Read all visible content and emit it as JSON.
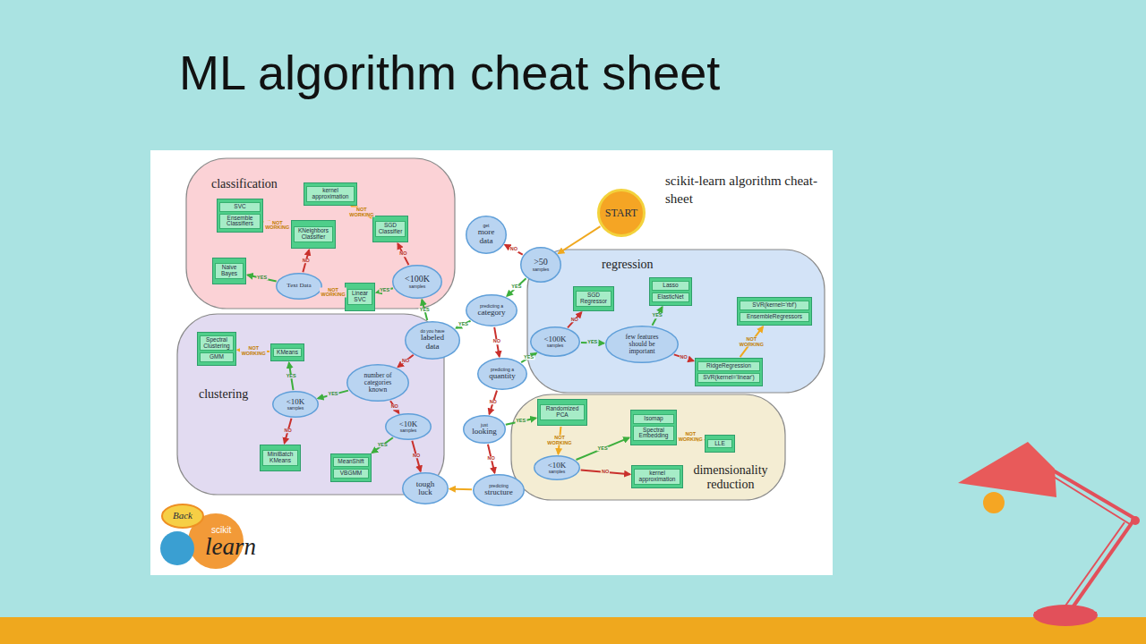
{
  "diagram": {
    "title": "ML algorithm cheat sheet",
    "nodes": [
      {
        "text": [
          "START"
        ]
      },
      {
        "text": [
          ">50",
          "samples"
        ]
      },
      {
        "text": [
          "get",
          "more data"
        ]
      },
      {
        "text": [
          "predicting a",
          "category"
        ]
      },
      {
        "text": [
          "do you have",
          "labeled data"
        ]
      },
      {
        "text": [
          "predicting a",
          "quantity"
        ]
      },
      {
        "text": [
          "just",
          "looking"
        ]
      },
      {
        "text": [
          "predicting",
          "structure"
        ]
      },
      {
        "text": [
          "tough luck"
        ]
      },
      {
        "text": [
          "classification"
        ]
      },
      {
        "text": [
          "<100K",
          "samples"
        ],
        "in": 9
      },
      {
        "text": [
          "Linear SVC"
        ],
        "in": 9
      },
      {
        "text": [
          "Text Data"
        ],
        "in": 9
      },
      {
        "text": [
          "Naive Bayes"
        ],
        "in": 9
      },
      {
        "text": [
          "KNeighbors Classifier"
        ],
        "in": 9
      },
      {
        "text": [
          "SVC",
          "Ensemble Classifiers"
        ],
        "in": 9
      },
      {
        "text": [
          "SGD Classifier"
        ],
        "in": 9
      },
      {
        "text": [
          "kernel approximation"
        ],
        "in": 9
      },
      {
        "text": [
          "clustering"
        ]
      },
      {
        "text": [
          "number of categories known"
        ],
        "in": 18
      },
      {
        "text": [
          "<10K",
          "samples"
        ],
        "in": 18
      },
      {
        "text": [
          "KMeans"
        ],
        "in": 18
      },
      {
        "text": [
          "Spectral Clustering",
          "GMM"
        ],
        "in": 18
      },
      {
        "text": [
          "MiniBatch KMeans"
        ],
        "in": 18
      },
      {
        "text": [
          "<10K",
          "samples"
        ],
        "in": 18
      },
      {
        "text": [
          "MeanShift",
          "VBGMM"
        ],
        "in": 18
      },
      {
        "text": [
          "regression"
        ]
      },
      {
        "text": [
          "<100K",
          "samples"
        ],
        "in": 26
      },
      {
        "text": [
          "SGD Regressor"
        ],
        "in": 26
      },
      {
        "text": [
          "few features should be important"
        ],
        "in": 26
      },
      {
        "text": [
          "Lasso",
          "ElasticNet"
        ],
        "in": 26
      },
      {
        "text": [
          "RidgeRegression",
          "SVR(kernel='linear')"
        ],
        "in": 26
      },
      {
        "text": [
          "SVR(kernel='rbf')",
          "EnsembleRegressors"
        ],
        "in": 26
      },
      {
        "text": [
          "dimensionality reduction"
        ]
      },
      {
        "text": [
          "Randomized PCA"
        ],
        "in": 33
      },
      {
        "text": [
          "<10K",
          "samples"
        ],
        "in": 33
      },
      {
        "text": [
          "Isomap",
          "Spectral Embedding"
        ],
        "in": 33
      },
      {
        "text": [
          "LLE"
        ],
        "in": 33
      },
      {
        "text": [
          "kernel approximation"
        ],
        "in": 33
      },
      {
        "text": [
          "Back"
        ]
      }
    ],
    "edges": [
      {
        "from": 0,
        "to": 1,
        "arrow": "to"
      },
      {
        "from": 1,
        "to": 2,
        "label": "NO",
        "arrow": "to"
      },
      {
        "from": 1,
        "to": 3,
        "label": "YES",
        "arrow": "to"
      },
      {
        "from": 3,
        "to": 4,
        "label": "YES",
        "arrow": "to"
      },
      {
        "from": 3,
        "to": 5,
        "label": "NO",
        "arrow": "to"
      },
      {
        "from": 4,
        "to": 10,
        "label": "YES",
        "arrow": "to"
      },
      {
        "from": 4,
        "to": 19,
        "label": "NO",
        "arrow": "to"
      },
      {
        "from": 5,
        "to": 27,
        "label": "YES",
        "arrow": "to"
      },
      {
        "from": 5,
        "to": 6,
        "label": "NO",
        "arrow": "to"
      },
      {
        "from": 6,
        "to": 34,
        "label": "YES",
        "arrow": "to"
      },
      {
        "from": 6,
        "to": 7,
        "label": "NO",
        "arrow": "to"
      },
      {
        "from": 7,
        "to": 8,
        "arrow": "to"
      },
      {
        "from": 10,
        "to": 16,
        "label": "NO",
        "arrow": "to"
      },
      {
        "from": 10,
        "to": 11,
        "label": "YES",
        "arrow": "to"
      },
      {
        "from": 16,
        "to": 17,
        "label": "NOT WORKING",
        "arrow": "to"
      },
      {
        "from": 11,
        "to": 12,
        "label": "NOT WORKING",
        "arrow": "to"
      },
      {
        "from": 12,
        "to": 13,
        "label": "YES",
        "arrow": "to"
      },
      {
        "from": 12,
        "to": 14,
        "label": "NO",
        "arrow": "to"
      },
      {
        "from": 14,
        "to": 15,
        "label": "NOT WORKING",
        "arrow": "to"
      },
      {
        "from": 19,
        "to": 20,
        "label": "YES",
        "arrow": "to"
      },
      {
        "from": 19,
        "to": 24,
        "label": "NO",
        "arrow": "to"
      },
      {
        "from": 20,
        "to": 21,
        "label": "YES",
        "arrow": "to"
      },
      {
        "from": 20,
        "to": 23,
        "label": "NO",
        "arrow": "to"
      },
      {
        "from": 21,
        "to": 22,
        "label": "NOT WORKING",
        "arrow": "to"
      },
      {
        "from": 24,
        "to": 25,
        "label": "YES",
        "arrow": "to"
      },
      {
        "from": 24,
        "to": 8,
        "label": "NO",
        "arrow": "to"
      },
      {
        "from": 27,
        "to": 28,
        "label": "NO",
        "arrow": "to"
      },
      {
        "from": 27,
        "to": 29,
        "label": "YES",
        "arrow": "to"
      },
      {
        "from": 29,
        "to": 30,
        "label": "YES",
        "arrow": "to"
      },
      {
        "from": 29,
        "to": 31,
        "label": "NO",
        "arrow": "to"
      },
      {
        "from": 31,
        "to": 32,
        "label": "NOT WORKING",
        "arrow": "to"
      },
      {
        "from": 34,
        "to": 35,
        "label": "NOT WORKING",
        "arrow": "to"
      },
      {
        "from": 35,
        "to": 36,
        "label": "YES",
        "arrow": "to"
      },
      {
        "from": 35,
        "to": 38,
        "label": "NO",
        "arrow": "to"
      },
      {
        "from": 36,
        "to": 37,
        "label": "NOT WORKING",
        "arrow": "to"
      }
    ],
    "labels": [
      "scikit-learn algorithm cheat-sheet",
      "scikit",
      "learn"
    ]
  }
}
